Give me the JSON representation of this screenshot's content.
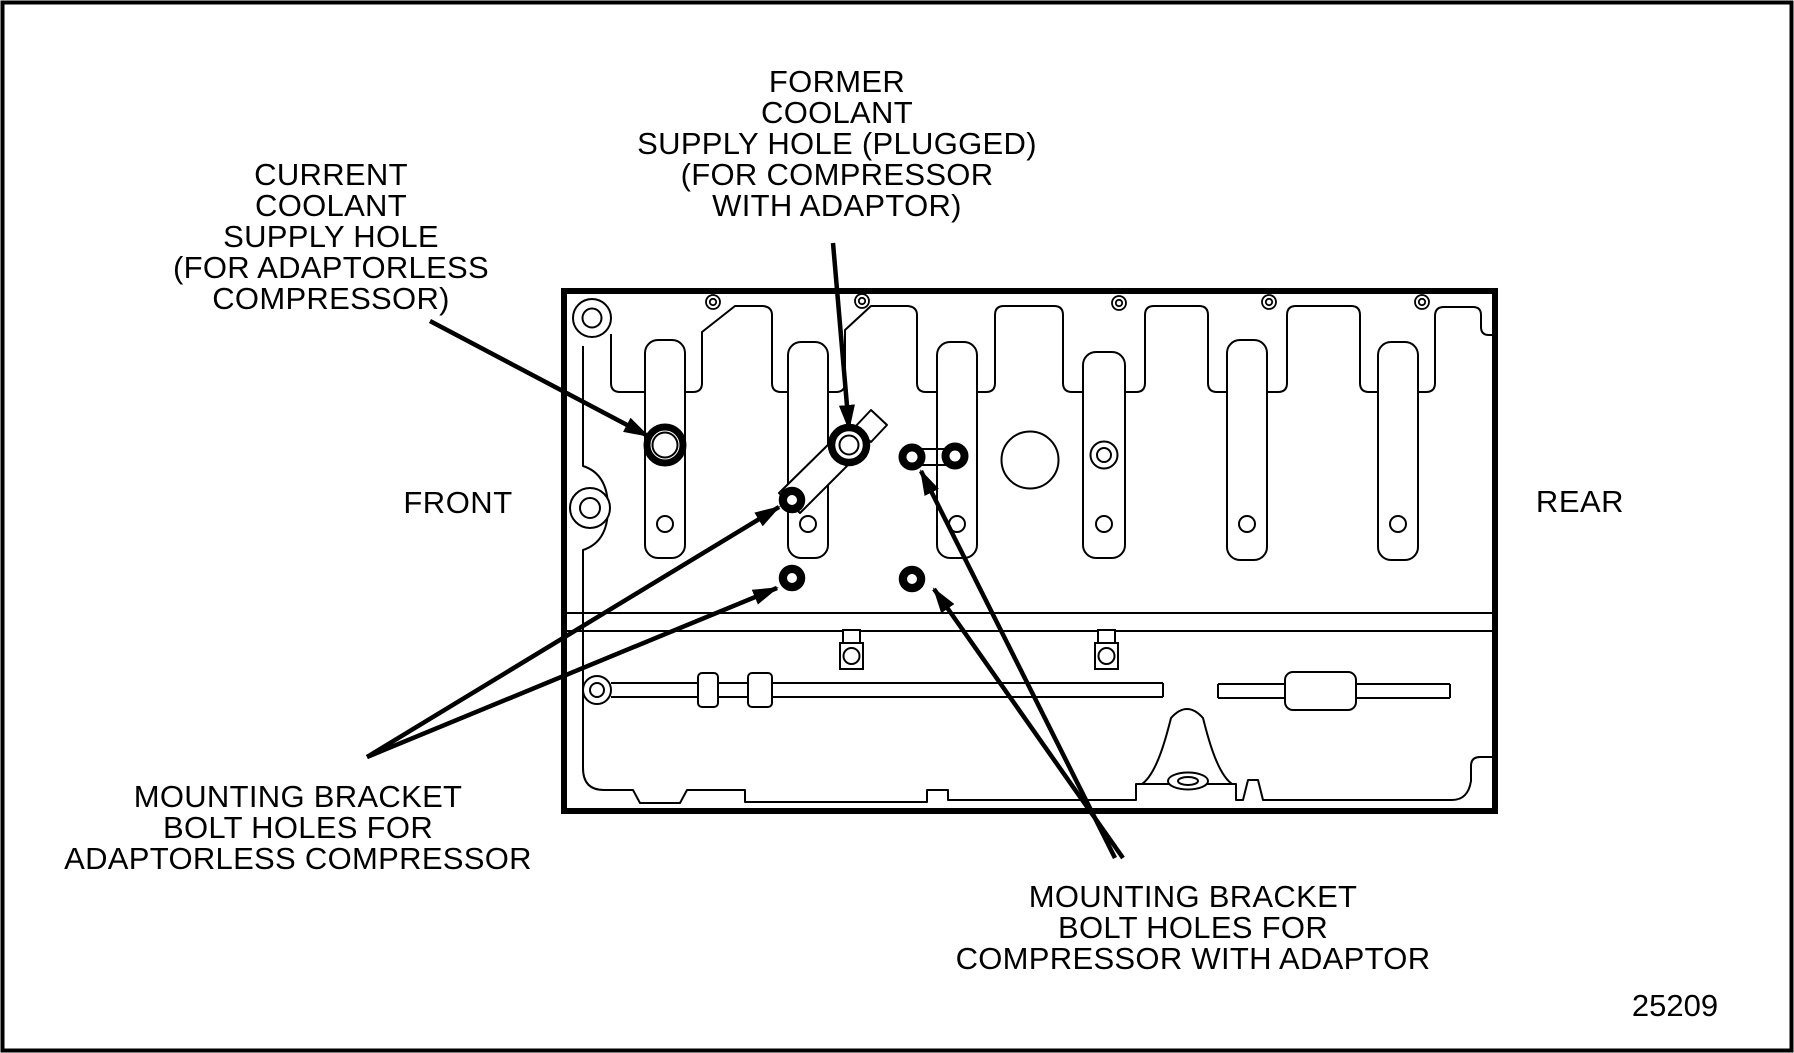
{
  "figure_number": "25209",
  "orientation": {
    "front": "FRONT",
    "rear": "REAR"
  },
  "callouts": {
    "current_supply": {
      "lines": [
        "CURRENT",
        "COOLANT",
        "SUPPLY HOLE",
        "(FOR ADAPTORLESS",
        "COMPRESSOR)"
      ]
    },
    "former_supply": {
      "lines": [
        "FORMER",
        "COOLANT",
        "SUPPLY HOLE (PLUGGED)",
        "(FOR COMPRESSOR",
        "WITH ADAPTOR)"
      ]
    },
    "adaptorless_bolt_holes": {
      "lines": [
        "MOUNTING BRACKET",
        "BOLT HOLES FOR",
        "ADAPTORLESS COMPRESSOR"
      ]
    },
    "adaptor_bolt_holes": {
      "lines": [
        "MOUNTING BRACKET",
        "BOLT HOLES FOR",
        "COMPRESSOR WITH ADAPTOR"
      ]
    }
  },
  "colors": {
    "line": "#000000",
    "background": "#ffffff"
  }
}
